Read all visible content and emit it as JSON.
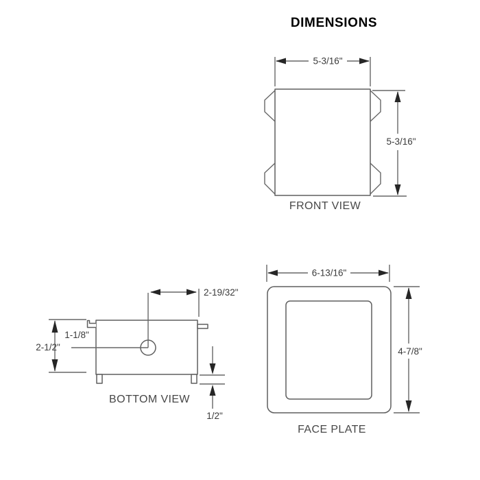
{
  "page_title": "DIMENSIONS",
  "colors": {
    "background": "#ffffff",
    "line": "#666666",
    "arrow": "#262626",
    "dim_text": "#3a3a3a",
    "caption_text": "#474747",
    "title_text": "#000000"
  },
  "front_view": {
    "caption": "FRONT VIEW",
    "width_dim": "5-3/16\"",
    "height_dim": "5-3/16\""
  },
  "bottom_view": {
    "caption": "BOTTOM VIEW",
    "hole_offset_dim": "2-19/32\"",
    "top_to_hole_dim": "1-1/8\"",
    "depth_dim": "2-1/2\"",
    "foot_height_dim": "1/2\""
  },
  "face_plate": {
    "caption": "FACE PLATE",
    "width_dim": "6-13/16\"",
    "height_dim": "4-7/8\""
  }
}
